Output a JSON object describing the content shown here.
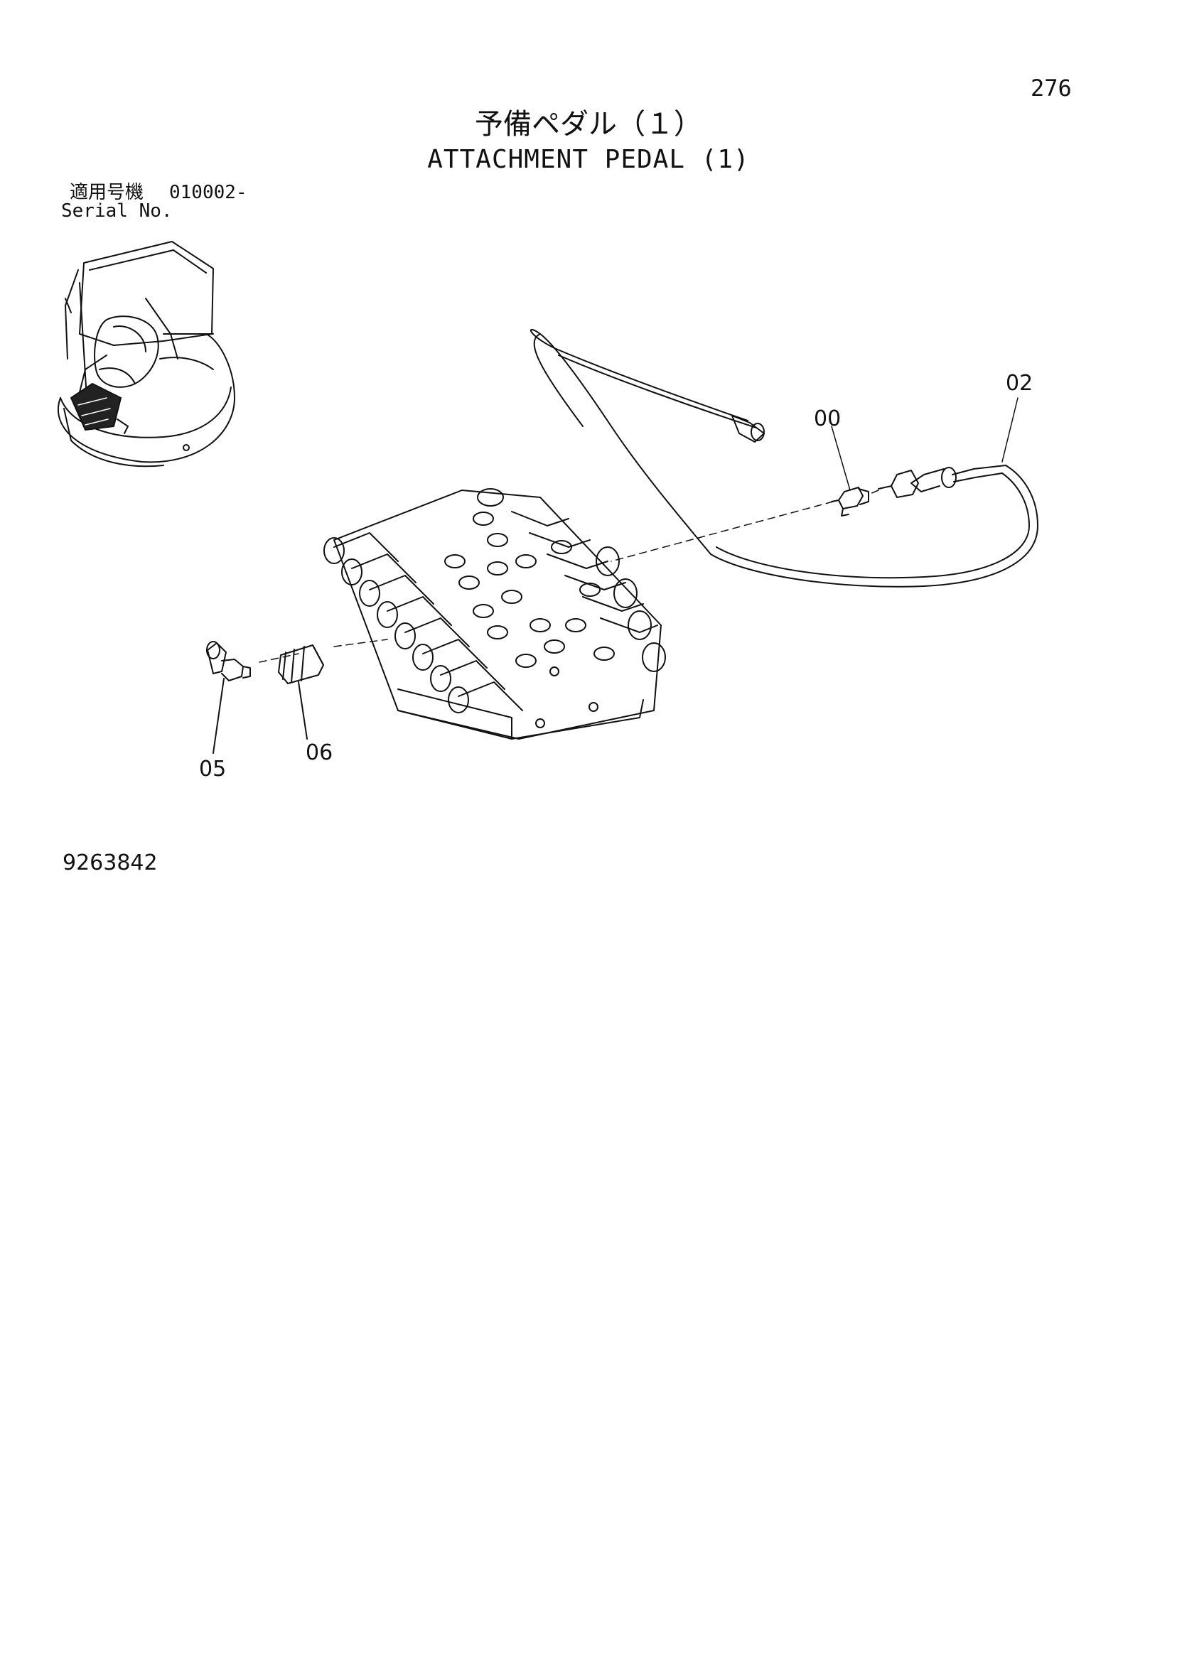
{
  "page": {
    "number": "276"
  },
  "title": {
    "ja": "予備ペダル（１）",
    "en": "ATTACHMENT PEDAL (1)"
  },
  "serial": {
    "label_ja": "適用号機",
    "range": "010002-",
    "label_en": "Serial No."
  },
  "drawing_number": "9263842",
  "callouts": [
    "00",
    "02",
    "05",
    "06"
  ]
}
